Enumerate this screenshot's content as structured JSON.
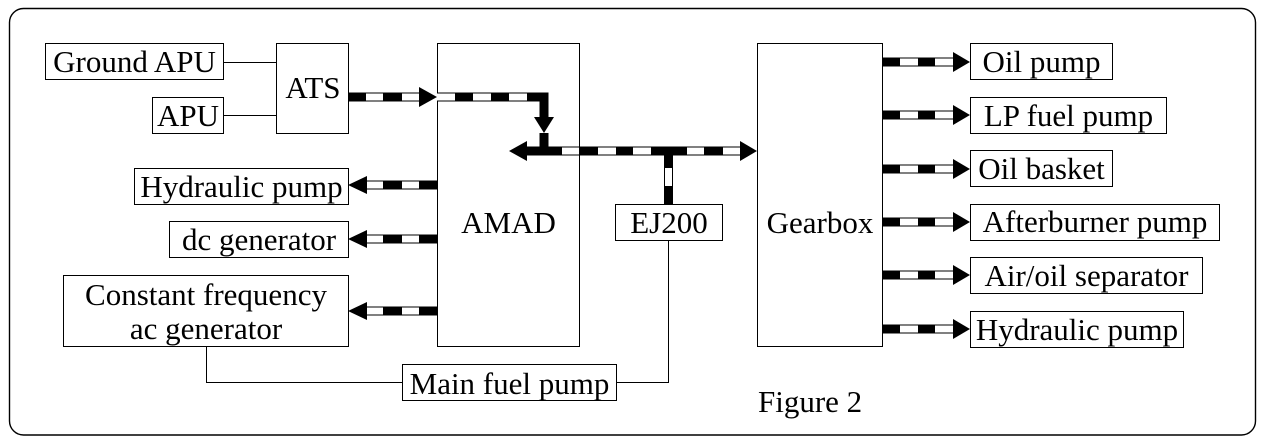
{
  "figure": {
    "caption": "Figure 2",
    "colors": {
      "line": "#000000",
      "background": "#ffffff"
    }
  },
  "nodes": {
    "ground_apu": "Ground APU",
    "apu": "APU",
    "ats": "ATS",
    "amad": "AMAD",
    "amad_hydraulic_pump": "Hydraulic pump",
    "dc_generator": "dc generator",
    "constant_frequency_ac_generator": [
      "Constant frequency",
      "ac generator"
    ],
    "ej200": "EJ200",
    "main_fuel_pump": "Main fuel pump",
    "gearbox": "Gearbox",
    "oil_pump": "Oil pump",
    "lp_fuel_pump": "LP fuel pump",
    "oil_basket": "Oil basket",
    "afterburner_pump": "Afterburner pump",
    "air_oil_separator": "Air/oil separator",
    "gearbox_hydraulic_pump": "Hydraulic pump"
  },
  "edges": [
    {
      "from": "Ground APU",
      "to": "ATS",
      "style": "thin-line"
    },
    {
      "from": "APU",
      "to": "ATS",
      "style": "thin-line"
    },
    {
      "from": "ATS",
      "to": "AMAD",
      "style": "thick-dashed-arrow"
    },
    {
      "from": "AMAD",
      "to": "Gearbox",
      "style": "thick-dashed-arrow",
      "direction": "both"
    },
    {
      "from": "EJ200",
      "to": "AMAD-Gearbox shaft",
      "style": "thick-dashed-line"
    },
    {
      "from": "AMAD",
      "to": "Hydraulic pump",
      "style": "thick-dashed-arrow"
    },
    {
      "from": "AMAD",
      "to": "dc generator",
      "style": "thick-dashed-arrow"
    },
    {
      "from": "AMAD",
      "to": "Constant frequency ac generator",
      "style": "thick-dashed-arrow"
    },
    {
      "from": "Constant frequency ac generator",
      "to": "Main fuel pump",
      "style": "thin-line"
    },
    {
      "from": "Main fuel pump",
      "to": "EJ200",
      "style": "thin-line"
    },
    {
      "from": "Gearbox",
      "to": "Oil pump",
      "style": "thick-dashed-arrow"
    },
    {
      "from": "Gearbox",
      "to": "LP fuel pump",
      "style": "thick-dashed-arrow"
    },
    {
      "from": "Gearbox",
      "to": "Oil basket",
      "style": "thick-dashed-arrow"
    },
    {
      "from": "Gearbox",
      "to": "Afterburner pump",
      "style": "thick-dashed-arrow"
    },
    {
      "from": "Gearbox",
      "to": "Air/oil separator",
      "style": "thick-dashed-arrow"
    },
    {
      "from": "Gearbox",
      "to": "Hydraulic pump",
      "style": "thick-dashed-arrow"
    }
  ]
}
